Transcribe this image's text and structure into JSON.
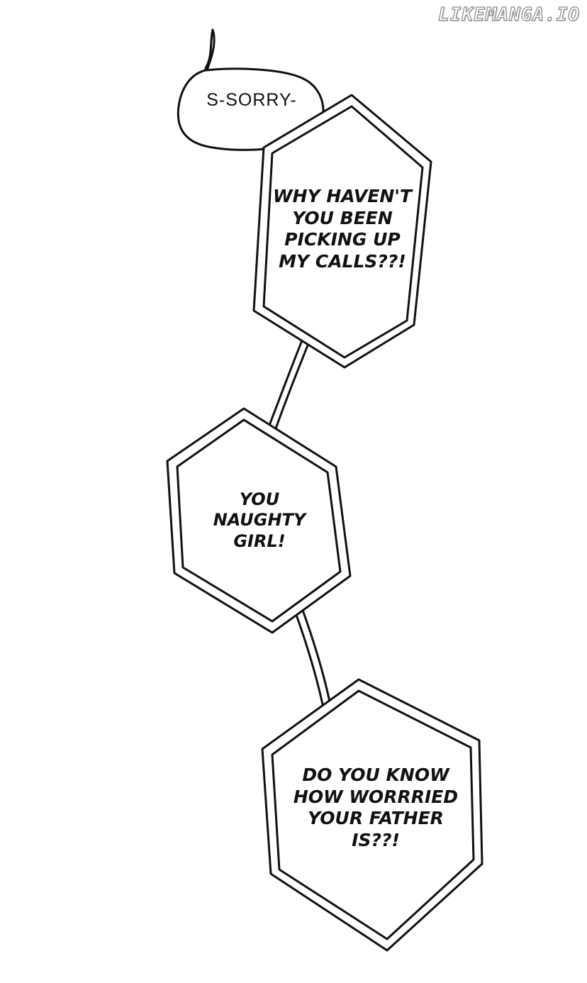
{
  "watermark": {
    "text": "LIKEMANGA.IO"
  },
  "bubbles": [
    {
      "id": "sorry",
      "shape": "oval",
      "lines": [
        "S-SORRY-"
      ]
    },
    {
      "id": "hex1",
      "shape": "hexagon",
      "lines": [
        "WHY HAVEN'T",
        "YOU BEEN",
        "PICKING UP",
        "MY CALLS??!"
      ]
    },
    {
      "id": "hex2",
      "shape": "hexagon",
      "lines": [
        "YOU",
        "NAUGHTY",
        "GIRL!"
      ]
    },
    {
      "id": "hex3",
      "shape": "hexagon",
      "lines": [
        "DO YOU KNOW",
        "HOW WORRRIED",
        "YOUR FATHER",
        "IS??!"
      ]
    }
  ],
  "colors": {
    "background": "#ffffff",
    "ink": "#111111",
    "watermark_outline": "#8a8a8a"
  }
}
